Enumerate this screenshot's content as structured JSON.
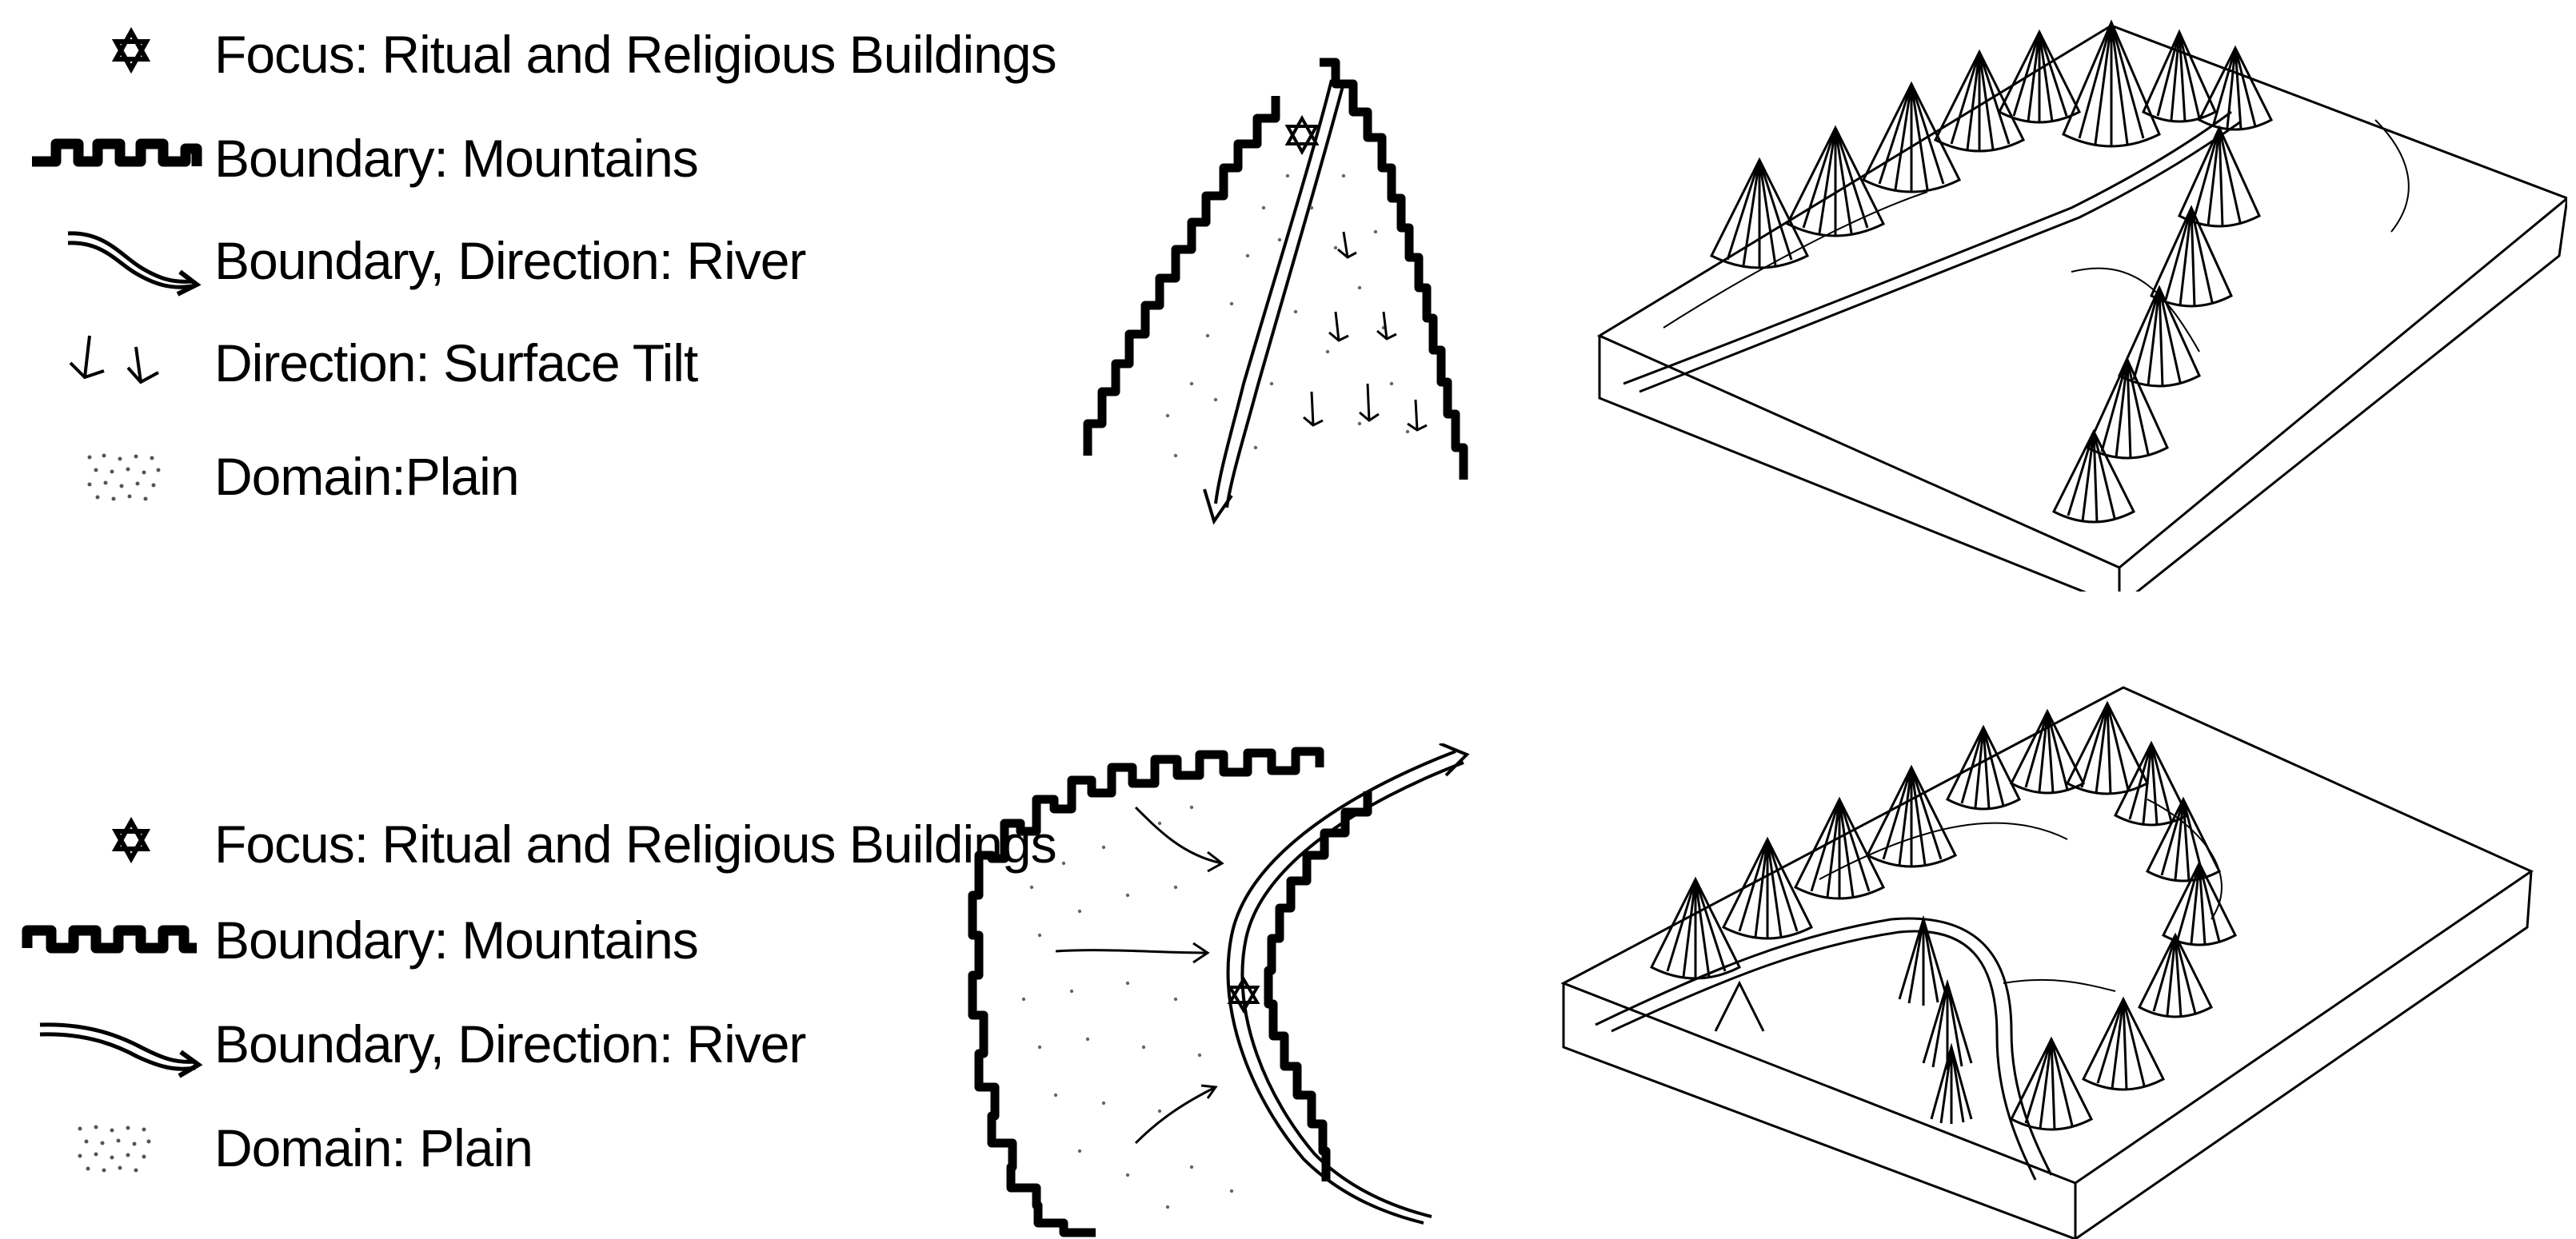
{
  "figure": {
    "panels": [
      {
        "legend": [
          {
            "icon": "star-of-david-icon",
            "label": "Focus: Ritual and Religious Buildings"
          },
          {
            "icon": "mountain-boundary-icon",
            "label": "Boundary: Mountains"
          },
          {
            "icon": "river-arrow-icon",
            "label": "Boundary, Direction: River"
          },
          {
            "icon": "tilt-arrows-icon",
            "label": "Direction: Surface Tilt"
          },
          {
            "icon": "dotted-plain-icon",
            "label": "Domain:Plain"
          }
        ]
      },
      {
        "legend": [
          {
            "icon": "star-of-david-icon",
            "label": "Focus: Ritual and Religious Buildings"
          },
          {
            "icon": "mountain-boundary-icon",
            "label": "Boundary: Mountains"
          },
          {
            "icon": "river-arrow-icon",
            "label": "Boundary, Direction: River"
          },
          {
            "icon": "dotted-plain-icon",
            "label": "Domain: Plain"
          }
        ]
      }
    ]
  },
  "colors": {
    "ink": "#000000",
    "paper": "#ffffff"
  }
}
